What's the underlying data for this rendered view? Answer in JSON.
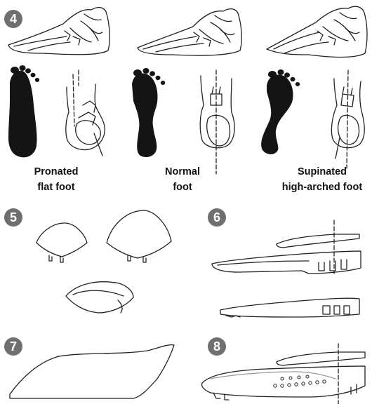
{
  "steps": {
    "s4": "4",
    "s5": "5",
    "s6": "6",
    "s7": "7",
    "s8": "8"
  },
  "foot_types": [
    {
      "line1": "Pronated",
      "line2": "flat foot"
    },
    {
      "line1": "Normal",
      "line2": "foot"
    },
    {
      "line1": "Supinated",
      "line2": "high-arched foot"
    }
  ],
  "colors": {
    "badge": "#6f6f6f",
    "ink": "#111111",
    "footprint": "#141414"
  }
}
